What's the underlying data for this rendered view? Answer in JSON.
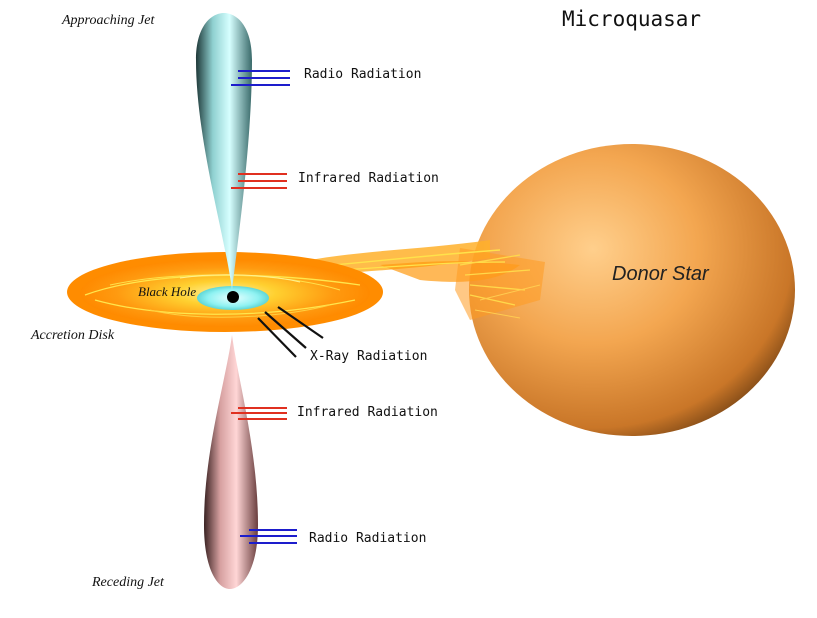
{
  "title": "Microquasar",
  "labels": {
    "approaching_jet": "Approaching Jet",
    "receding_jet": "Receding Jet",
    "accretion_disk": "Accretion Disk",
    "black_hole": "Black Hole",
    "donor_star": "Donor Star",
    "radio_top": "Radio Radiation",
    "infrared_top": "Infrared Radiation",
    "xray": "X-Ray Radiation",
    "infrared_bottom": "Infrared Radiation",
    "radio_bottom": "Radio Radiation"
  },
  "colors": {
    "radio": "#1d1dcc",
    "infrared": "#e03020",
    "xray": "#111111",
    "approaching_jet": "#c8f4f4",
    "receding_jet": "#f2c4c4",
    "donor_star": "#f0a050",
    "accretion_disk": "#ff9a10",
    "black_hole_glow": "#88f0f0"
  }
}
